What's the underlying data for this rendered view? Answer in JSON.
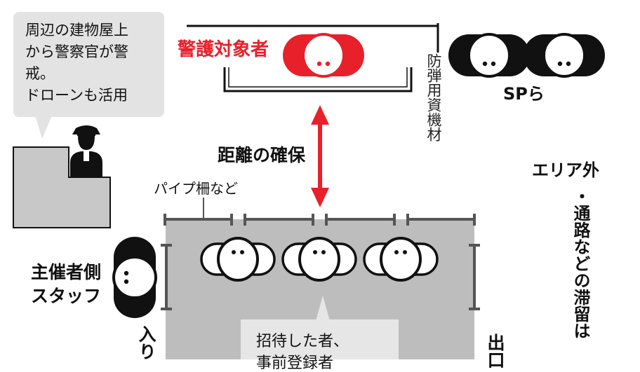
{
  "labels": {
    "protectee": "警護対象者",
    "sp": "SPら",
    "shield": "防弾用資機材",
    "distance": "距離の確保",
    "fence": "パイプ柵など",
    "organizer_line1": "主催者側",
    "organizer_line2": "スタッフ",
    "outside_title": "エリア外",
    "outside_item": "・通路などの滞留は",
    "entrance": "入り",
    "exit": "出口",
    "bubble_line1": "周辺の建物屋上",
    "bubble_line2": "から警察官が警",
    "bubble_line3": "戒。",
    "bubble_line4": "ドローンも活用",
    "invited_line1": "招待した者、",
    "invited_line2": "事前登録者"
  },
  "colors": {
    "accent_red": "#e8202a",
    "black": "#111111",
    "area_gray": "#bdbdbd",
    "bubble_gray": "#e3e3e3",
    "building_gray": "#c8c8c8"
  }
}
